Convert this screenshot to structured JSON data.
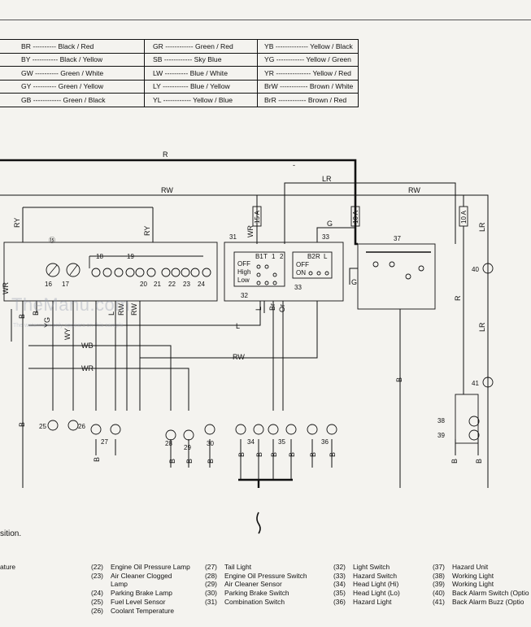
{
  "color_codes": [
    [
      "BR ---------- Black / Red",
      "GR ------------ Green / Red",
      "YB -------------- Yellow / Black"
    ],
    [
      "BY ----------- Black / Yellow",
      "SB ------------ Sky Blue",
      "YG ------------ Yellow / Green"
    ],
    [
      "GW ---------- Green / White",
      "LW ---------- Blue / White",
      "YR --------------- Yellow / Red"
    ],
    [
      "GY ---------- Green / Yellow",
      "LY ----------- Blue / Yellow",
      "BrW ------------ Brown / White"
    ],
    [
      "GB ------------ Green / Black",
      "YL ------------ Yellow / Blue",
      "BrR ------------ Brown / Red"
    ]
  ],
  "wires": {
    "R": "R",
    "RW": "RW",
    "LR": "LR",
    "RY": "RY",
    "WR": "WR",
    "B": "B",
    "YG": "YG",
    "WY": "WY",
    "WB": "WB",
    "L": "L",
    "G": "G",
    "Br": "Br",
    "Or": "Or"
  },
  "fuses": [
    "15 A",
    "10 A",
    "10 A"
  ],
  "switch_table_31": {
    "cols": [
      "B1",
      "T",
      "1",
      "2"
    ],
    "rows": [
      "OFF",
      "High",
      "Low"
    ]
  },
  "switch_table_33": {
    "cols": [
      "B2",
      "R",
      "L"
    ],
    "rows": [
      "OFF",
      "ON"
    ]
  },
  "numbers": [
    "15",
    "16",
    "17",
    "18",
    "19",
    "20",
    "21",
    "22",
    "23",
    "24",
    "25",
    "26",
    "27",
    "28",
    "29",
    "30",
    "31",
    "32",
    "33",
    "34",
    "35",
    "36",
    "37",
    "38",
    "39",
    "40",
    "41"
  ],
  "watermark": "TheManu.com",
  "watermark_sub": "The watermark only appears on this sample",
  "footnote": "sition.",
  "legend": [
    {
      "num": "",
      "text": "ature"
    },
    {
      "num": "(22)",
      "text": "Engine Oil Pressure Lamp"
    },
    {
      "num": "(23)",
      "text": "Air Cleaner Clogged"
    },
    {
      "num": "",
      "text": "Lamp"
    },
    {
      "num": "(24)",
      "text": "Parking Brake Lamp"
    },
    {
      "num": "(25)",
      "text": "Fuel Level Sensor"
    },
    {
      "num": "(26)",
      "text": "Coolant Temperature"
    },
    {
      "num": "(27)",
      "text": "Tail Light"
    },
    {
      "num": "(28)",
      "text": "Engine Oil Pressure Switch"
    },
    {
      "num": "(29)",
      "text": "Air Cleaner Sensor"
    },
    {
      "num": "(30)",
      "text": "Parking Brake Switch"
    },
    {
      "num": "(31)",
      "text": "Combination Switch"
    },
    {
      "num": "(32)",
      "text": "Light Switch"
    },
    {
      "num": "(33)",
      "text": "Hazard Switch"
    },
    {
      "num": "(34)",
      "text": "Head Light (Hi)"
    },
    {
      "num": "(35)",
      "text": "Head Light (Lo)"
    },
    {
      "num": "(36)",
      "text": "Hazard Light"
    },
    {
      "num": "(37)",
      "text": "Hazard Unit"
    },
    {
      "num": "(38)",
      "text": "Working Light"
    },
    {
      "num": "(39)",
      "text": "Working Light"
    },
    {
      "num": "(40)",
      "text": "Back Alarm Switch (Optio"
    },
    {
      "num": "(41)",
      "text": "Back Alarm Buzz (Optio"
    }
  ]
}
